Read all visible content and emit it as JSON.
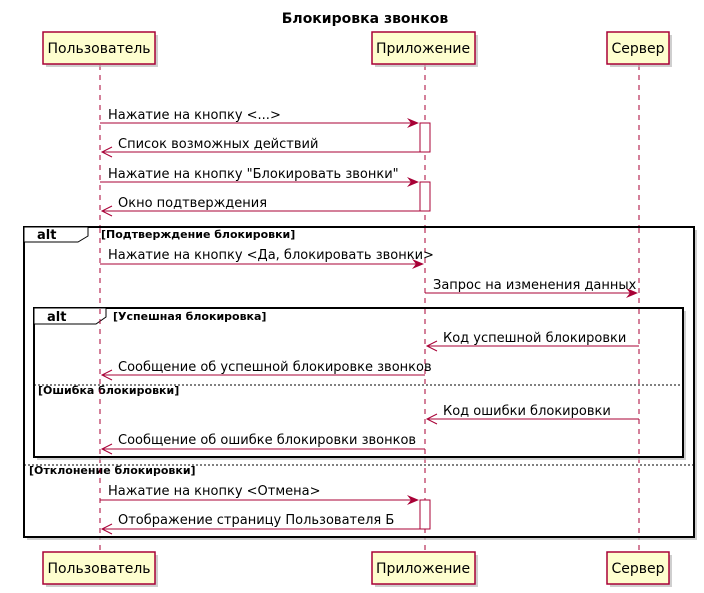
{
  "title": "Блокировка звонков",
  "colors": {
    "accent": "#A80036",
    "participant_fill": "#FEFECE"
  },
  "participants": [
    {
      "id": "user",
      "label": "Пользователь"
    },
    {
      "id": "app",
      "label": "Приложение"
    },
    {
      "id": "server",
      "label": "Сервер"
    }
  ],
  "messages": [
    "Нажатие на кнопку <...>",
    "Список возможных действий",
    "Нажатие на кнопку \"Блокировать звонки\"",
    "Окно подтверждения",
    "Нажатие на кнопку <Да, блокировать звонки>",
    "Запрос на изменения данных",
    "Код успешной блокировки",
    "Сообщение об успешной блокировке звонков",
    "Код ошибки блокировки",
    "Сообщение об ошибке блокировки звонков",
    "Нажатие на кнопку <Отмена>",
    "Отображение страницу Пользователя Б"
  ],
  "fragments": {
    "outer": {
      "keyword": "alt",
      "guard": "[Подтверждение блокировки]",
      "else_guard": "[Отклонение блокировки]"
    },
    "inner": {
      "keyword": "alt",
      "guard": "[Успешная блокировка]",
      "else_guard": "[Ошибка блокировки]"
    }
  }
}
